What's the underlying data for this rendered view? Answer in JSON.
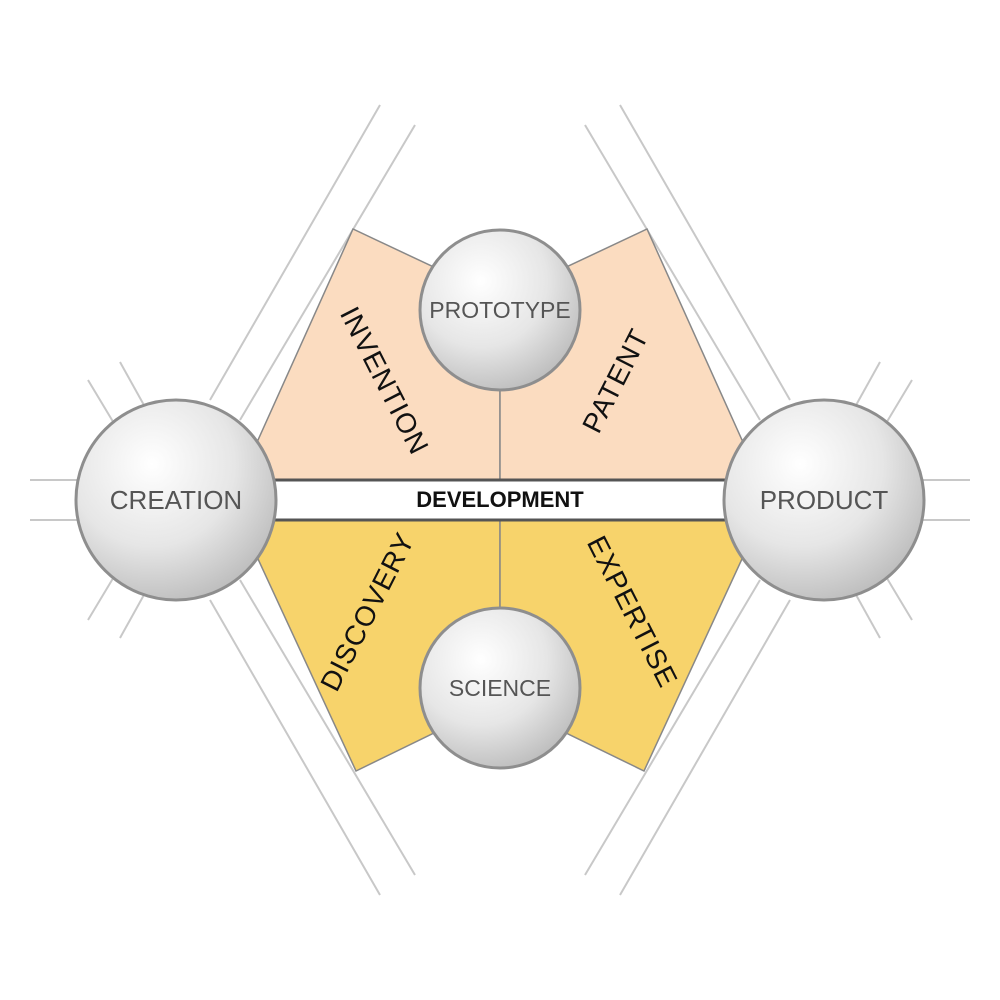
{
  "colors": {
    "top_fill": "#FBDCC0",
    "bottom_fill": "#F7D36B",
    "outline": "#888888",
    "guide": "#C8C8C8",
    "circle_stroke": "#8E8E8E",
    "circle_light": "#FFFFFF",
    "circle_dark": "#C4C4C4"
  },
  "nodes": {
    "creation": "CREATION",
    "product": "PRODUCT",
    "prototype": "PROTOTYPE",
    "science": "SCIENCE"
  },
  "segments": {
    "invention": "INVENTION",
    "patent": "PATENT",
    "discovery": "DISCOVERY",
    "expertise": "EXPERTISE"
  },
  "bar": {
    "label": "DEVELOPMENT"
  }
}
